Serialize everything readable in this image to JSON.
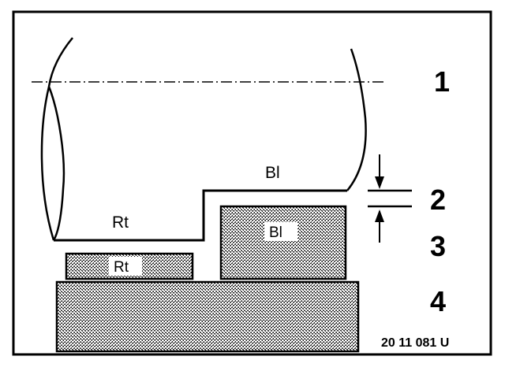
{
  "labels": {
    "rt_upper": "Rt",
    "bl_upper": "Bl",
    "rt_block": "Rt",
    "bl_block": "Bl"
  },
  "callouts": [
    "1",
    "2",
    "3",
    "4"
  ],
  "figure_code": "20 11 081 U",
  "colors": {
    "ink": "#000000",
    "paper": "#ffffff",
    "hatch": "#8a8a8a"
  }
}
